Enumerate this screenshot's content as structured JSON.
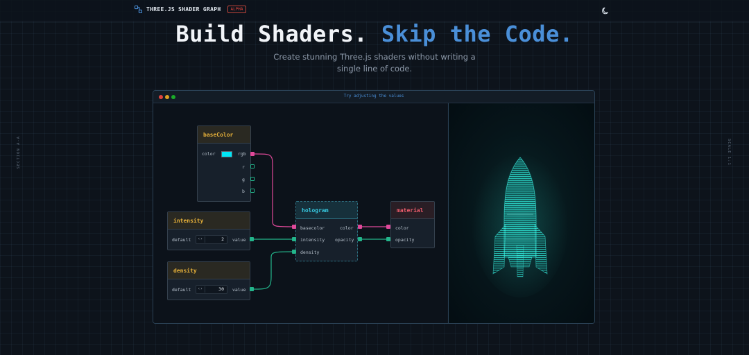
{
  "nav": {
    "brand": "THREE.JS SHADER GRAPH",
    "badge": "ALPHA",
    "theme_icon": "moon-icon"
  },
  "hero": {
    "title_main": "Build Shaders.",
    "title_accent": "Skip the Code.",
    "subtitle": "Create stunning Three.js shaders without writing a single line of code."
  },
  "side": {
    "left": "SECTION A-A",
    "right": "SCALE 1:1"
  },
  "window": {
    "title": "Try adjusting the values",
    "dots": [
      "#e0443e",
      "#dea123",
      "#1aab29"
    ]
  },
  "nodes": {
    "baseColor": {
      "title": "baseColor",
      "color_label": "color",
      "color_value": "#00e6f6",
      "outputs": [
        "rgb",
        "r",
        "g",
        "b"
      ]
    },
    "intensity": {
      "title": "intensity",
      "default_label": "default",
      "value": "2",
      "output": "value"
    },
    "density": {
      "title": "density",
      "default_label": "default",
      "value": "30",
      "output": "value"
    },
    "hologram": {
      "title": "hologram",
      "inputs": [
        "basecolor",
        "intensity",
        "density"
      ],
      "outputs": [
        "color",
        "opacity"
      ]
    },
    "material": {
      "title": "material",
      "inputs": [
        "color",
        "opacity"
      ]
    }
  },
  "colors": {
    "accent": "#4a8fd8",
    "pink_wire": "#e0499a",
    "green_wire": "#23b58b",
    "hologram": "#2ee6d6"
  }
}
